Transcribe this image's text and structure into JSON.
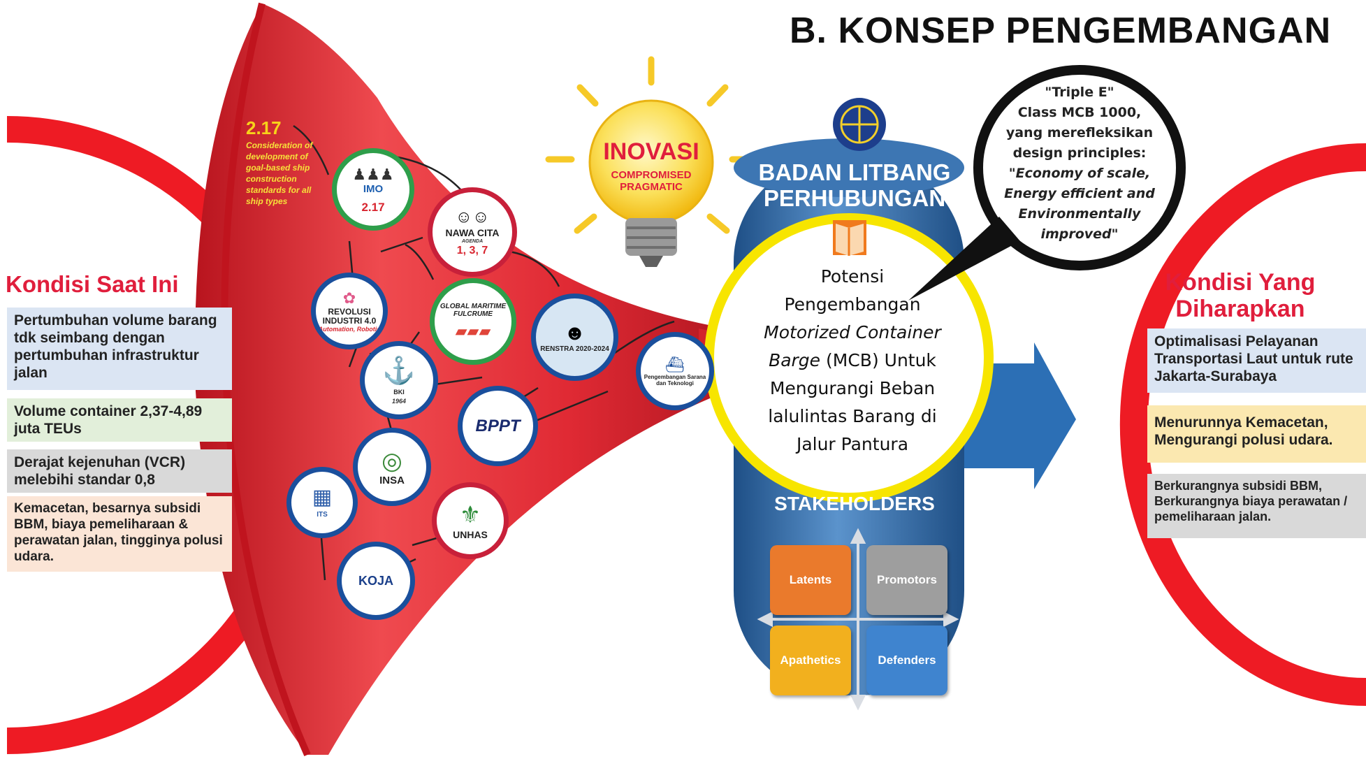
{
  "title": "B. KONSEP  PENGEMBANGAN",
  "left_section": {
    "heading": "Kondisi Saat Ini",
    "items": [
      {
        "text": "Pertumbuhan volume barang tdk seimbang dengan pertumbuhan infrastruktur jalan",
        "color": "#dbe5f3"
      },
      {
        "text": "Volume container 2,37-4,89 juta TEUs",
        "color": "#e2efda"
      },
      {
        "text": "Derajat kejenuhan (VCR) melebihi standar 0,8",
        "color": "#d9d9d9"
      },
      {
        "text": "Kemacetan, besarnya subsidi BBM, biaya pemeliharaan & perawatan jalan, tingginya polusi udara.",
        "color": "#fbe5d6"
      }
    ]
  },
  "funnel": {
    "annotation": {
      "number": "2.17",
      "text": "Consideration of development of goal-based ship construction standards for all ship types"
    },
    "nodes": {
      "imo": {
        "title": "IMO",
        "number": "2.17"
      },
      "nawa_cita": {
        "title": "NAWA CITA",
        "sub": "AGENDA",
        "number": "1, 3, 7"
      },
      "revolusi": {
        "title": "REVOLUSI INDUSTRI 4.0",
        "sub": "Automation, Robotic"
      },
      "gmf": {
        "title": "GLOBAL MARITIME FULCRUME"
      },
      "renstra": {
        "title": "RENSTRA 2020-2024"
      },
      "puslitbang": {
        "title": "Pengembangan Sarana dan Teknologi"
      },
      "bki": {
        "title": "BKI",
        "year": "1964"
      },
      "bppt": {
        "title": "BPPT"
      },
      "insa": {
        "title": "INSA"
      },
      "its": {
        "title": "ITS"
      },
      "unhas": {
        "title": "UNHAS"
      },
      "koja": {
        "title": "KOJA"
      }
    }
  },
  "innovation": {
    "title": "INOVASI",
    "subtitle": "COMPROMISED PRAGMATIC"
  },
  "cylinder": {
    "heading_line1": "BADAN LITBANG",
    "heading_line2": "PERHUBUNGAN",
    "center_text": {
      "line1": "Potensi",
      "line2": "Pengembangan",
      "line3_italic": "Motorized Container",
      "line4_italic": "Barge",
      "line4_rest": " (MCB) Untuk",
      "line5": "Mengurangi Beban",
      "line6": "lalulintas Barang di",
      "line7": "Jalur Pantura"
    },
    "stakeholders_label": "STAKEHOLDERS",
    "quadrants": [
      {
        "label": "Latents",
        "color": "#ea7a2c"
      },
      {
        "label": "Promotors",
        "color": "#9e9e9e"
      },
      {
        "label": "Apathetics",
        "color": "#f2b01e"
      },
      {
        "label": "Defenders",
        "color": "#3f84cf"
      }
    ]
  },
  "speech_bubble": {
    "line1": "\"Triple E\"",
    "line2": "Class MCB 1000,",
    "line3": "yang merefleksikan",
    "line4": "design principles:",
    "line5": "\"Economy of scale,",
    "line6": "Energy efficient and",
    "line7": "Environmentally",
    "line8": "improved\""
  },
  "right_section": {
    "heading_line1": "Kondisi Yang",
    "heading_line2": "Diharapkan",
    "items": [
      {
        "text": "Optimalisasi Pelayanan Transportasi Laut untuk rute Jakarta-Surabaya",
        "color": "#dbe5f3"
      },
      {
        "text": "Menurunnya Kemacetan, Mengurangi polusi udara.",
        "color": "#fbe8b0"
      },
      {
        "text": "Berkurangnya subsidi BBM, Berkurangnya biaya perawatan / pemeliharaan jalan.",
        "color": "#d9d9d9"
      }
    ]
  },
  "colors": {
    "accent_red": "#e01e3c",
    "funnel_red": "#e8323c",
    "cylinder_blue": "#2f6aa8",
    "arrow_blue": "#2c6fb5",
    "bulb_yellow": "#f7d21a"
  }
}
